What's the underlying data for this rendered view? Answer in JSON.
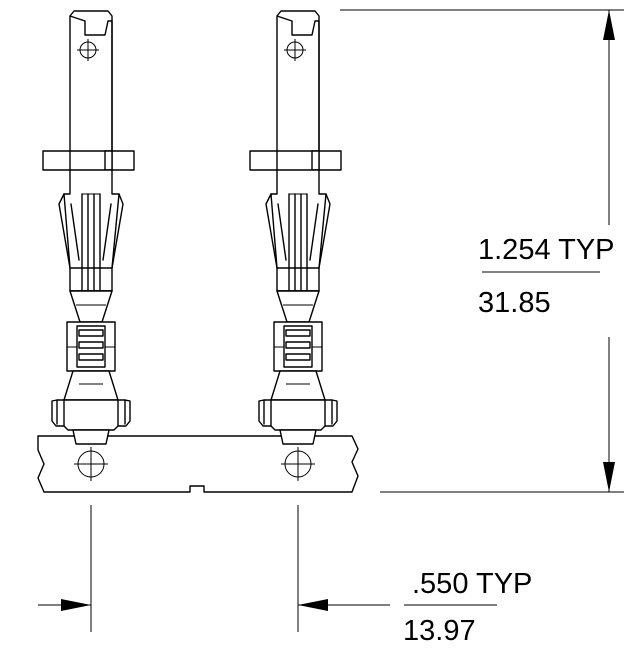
{
  "dimensions": {
    "height": {
      "imperial": "1.254 TYP",
      "metric": "31.85"
    },
    "pitch": {
      "imperial": ".550 TYP",
      "metric": "13.97"
    }
  }
}
